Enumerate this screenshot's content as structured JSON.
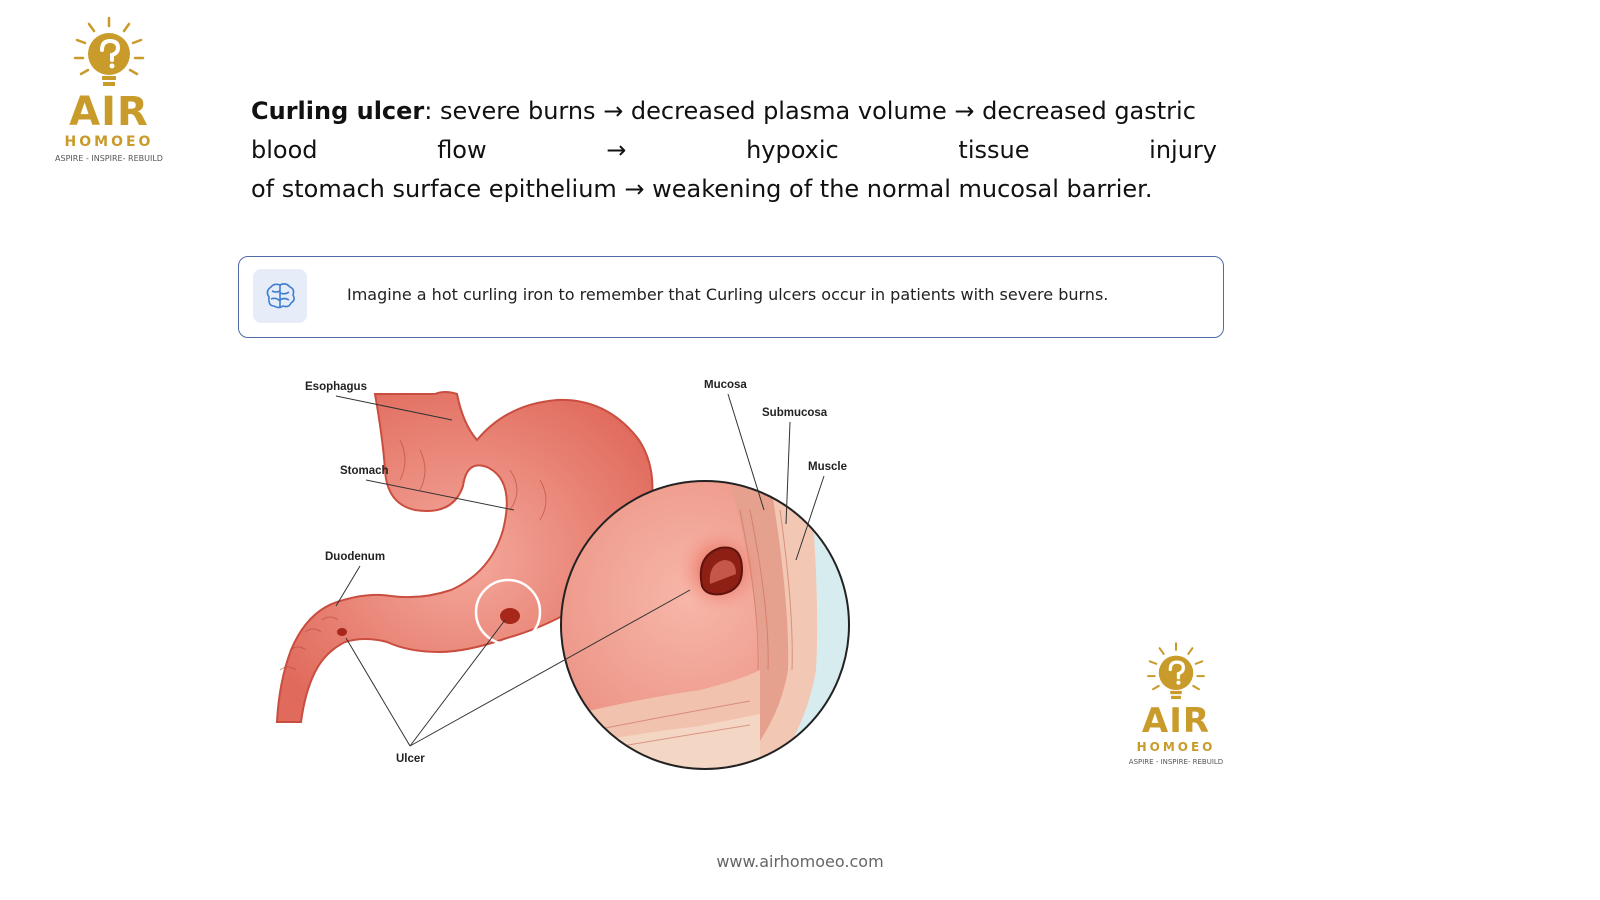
{
  "logo": {
    "brand": "AIR",
    "sub": "HOMOEO",
    "tagline": "ASPIRE - INSPIRE- REBUILD"
  },
  "paragraph": {
    "term": "Curling ulcer",
    "line1_rest": ": severe burns → decreased plasma volume → decreased gastric",
    "line2_words": [
      "blood",
      "flow",
      "→",
      "hypoxic",
      "tissue",
      "injury"
    ],
    "line3": "of stomach surface epithelium → weakening of the normal mucosal barrier."
  },
  "mnemonic": {
    "icon": "brain-icon",
    "text": "Imagine a hot curling iron to remember that Curling ulcers occur in patients with severe burns."
  },
  "figure": {
    "labels": {
      "esophagus": "Esophagus",
      "stomach": "Stomach",
      "duodenum": "Duodenum",
      "ulcer": "Ulcer",
      "mucosa": "Mucosa",
      "submucosa": "Submucosa",
      "muscle": "Muscle"
    }
  },
  "footer": {
    "url": "www.airhomoeo.com"
  },
  "colors": {
    "gold": "#c89b2a",
    "box_border": "#4f6ca6",
    "stomach": "#e8776a"
  }
}
